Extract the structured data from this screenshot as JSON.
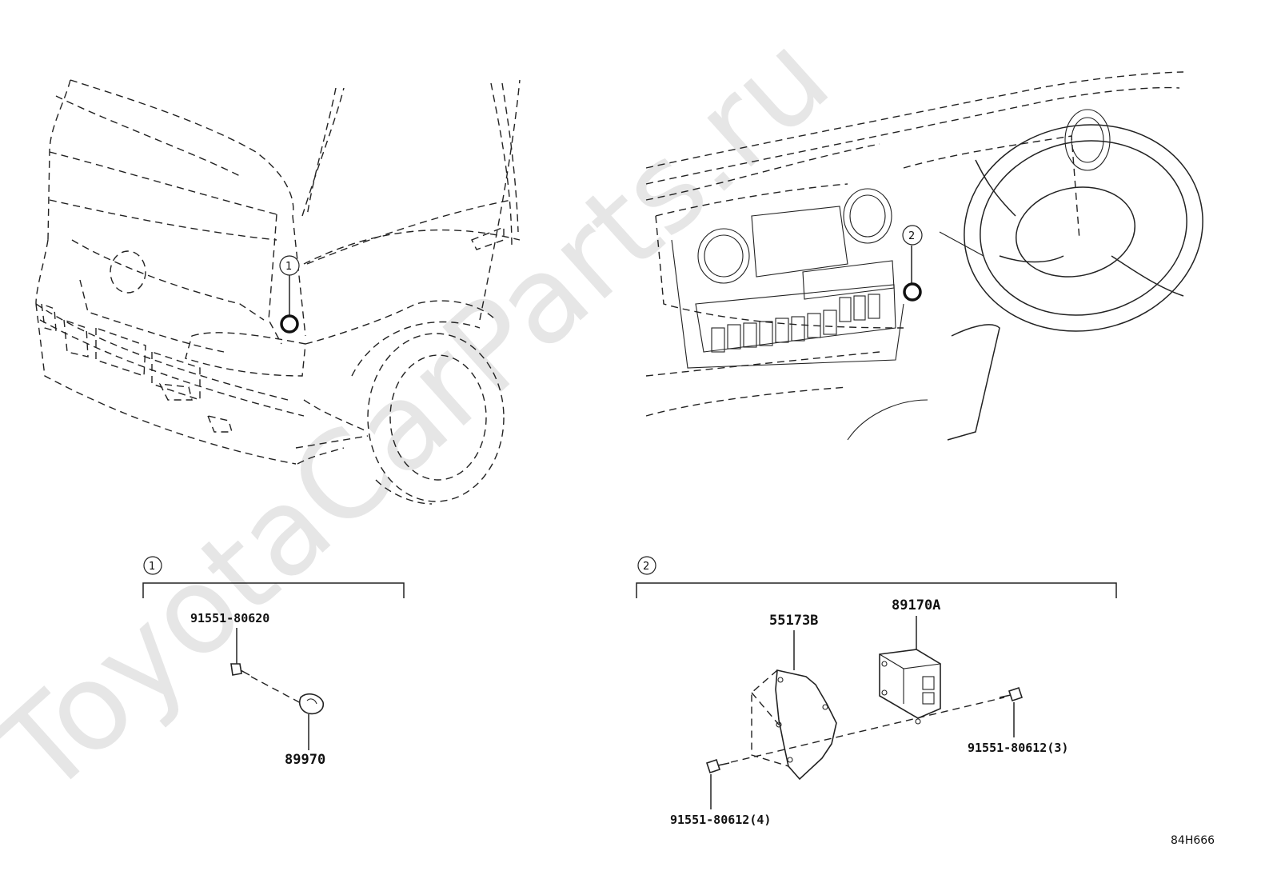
{
  "watermark": "ToyotaCarParts.ru",
  "diagram_code": "84H666",
  "callouts": {
    "one": "1",
    "two": "2"
  },
  "group_1": {
    "number": "1",
    "parts": {
      "bolt": "91551-80620",
      "sensor": "89970"
    }
  },
  "group_2": {
    "number": "2",
    "parts": {
      "bracket": "55173B",
      "airbag_ecu": "89170A",
      "bolt_left": "91551-80612(4)",
      "bolt_right": "91551-80612(3)"
    }
  }
}
